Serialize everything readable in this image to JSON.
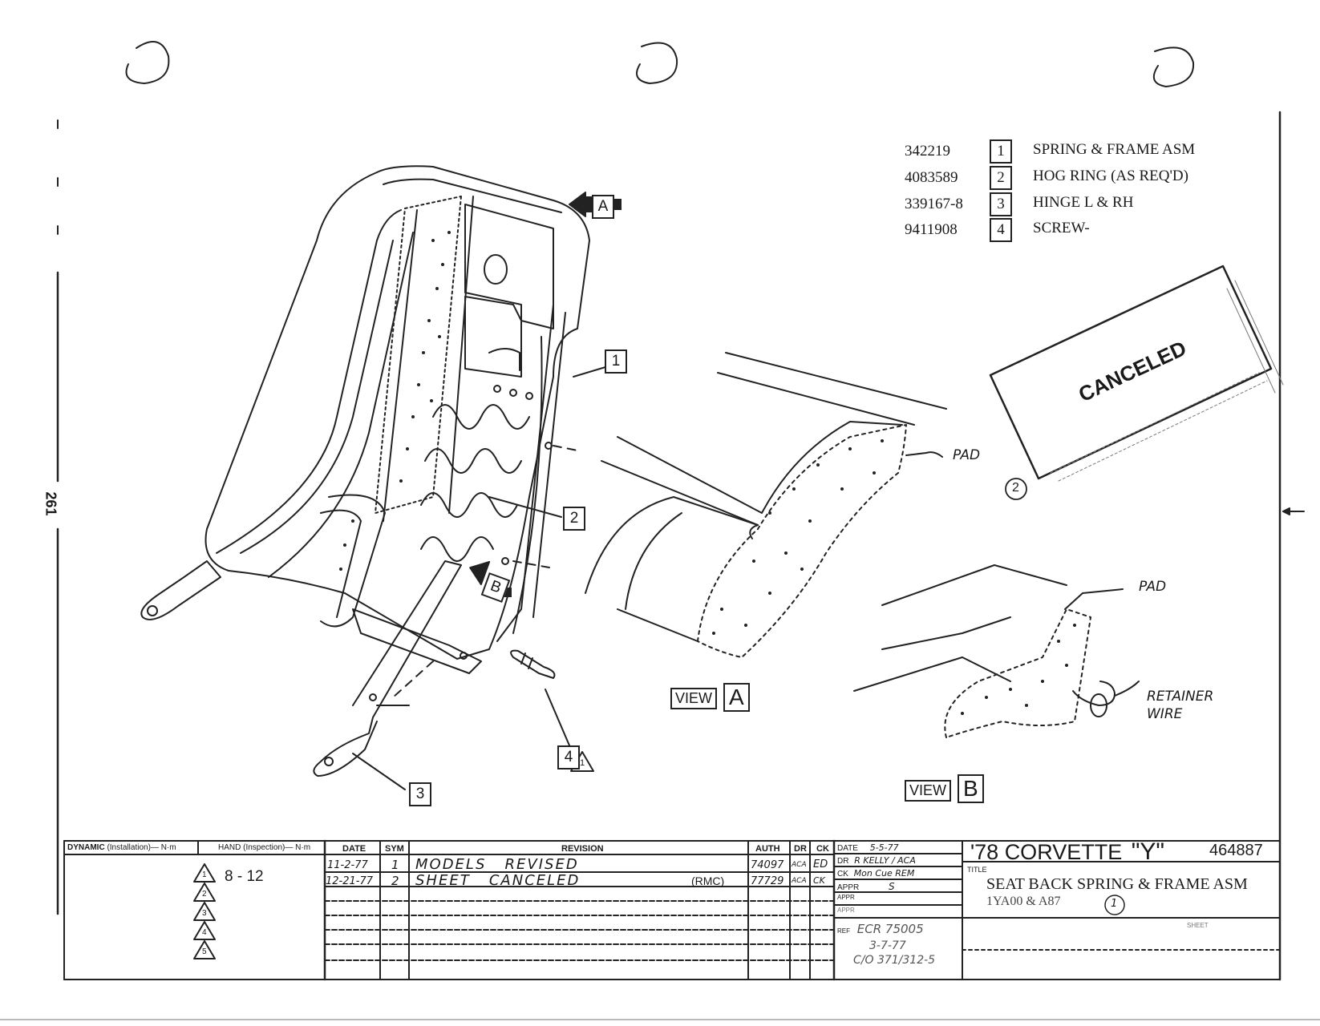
{
  "page_number": "261",
  "parts_list": [
    {
      "part_no": "342219",
      "sym": "1",
      "description": "SPRING & FRAME ASM"
    },
    {
      "part_no": "4083589",
      "sym": "2",
      "description": "HOG RING (AS REQ'D)"
    },
    {
      "part_no": "339167-8",
      "sym": "3",
      "description": "HINGE L & RH"
    },
    {
      "part_no": "9411908",
      "sym": "4",
      "description": "SCREW-"
    }
  ],
  "stamp": {
    "text": "CANCELED",
    "circle_ref": "2"
  },
  "callouts": {
    "arrow_a": "A",
    "arrow_b": "B",
    "c1": "1",
    "c2": "2",
    "c3": "3",
    "c4": "4",
    "c4_tri": "1"
  },
  "view_a": {
    "label": "VIEW",
    "letter": "A",
    "pad": "PAD"
  },
  "view_b": {
    "label": "VIEW",
    "letter": "B",
    "pad": "PAD",
    "retainer_1": "RETAINER",
    "retainer_2": "WIRE"
  },
  "torque": {
    "header_dynamic_bold": "DYNAMIC",
    "header_dynamic": "(Installation)— N·m",
    "header_hand": "HAND (Inspection)— N·m",
    "rows": [
      {
        "sym": "1",
        "value": "8 - 12"
      },
      {
        "sym": "2",
        "value": ""
      },
      {
        "sym": "3",
        "value": ""
      },
      {
        "sym": "4",
        "value": ""
      },
      {
        "sym": "5",
        "value": ""
      }
    ]
  },
  "revision_table": {
    "headers": {
      "date": "DATE",
      "sym": "SYM",
      "revision": "REVISION",
      "auth": "AUTH",
      "dr": "DR",
      "ck": "CK"
    },
    "rows": [
      {
        "date": "11-2-77",
        "sym": "1",
        "revision": "MODELS   REVISED",
        "note": "",
        "auth": "74097",
        "dr": "ACA",
        "ck": "ED"
      },
      {
        "date": "12-21-77",
        "sym": "2",
        "revision": "SHEET   CANCELED",
        "note": "(RMC)",
        "auth": "77729",
        "dr": "ACA",
        "ck": "CK"
      }
    ]
  },
  "signoff": {
    "date_label": "DATE",
    "date_value": "5-5-77",
    "dr_label": "DR",
    "dr_value": "R KELLY / ACA",
    "ck_label": "CK",
    "ck_value": "Mon Cue  REM",
    "appr_label": "APPR",
    "appr_value": "S",
    "appr2_label": "APPR",
    "appr3_label": "APPR",
    "ref_label": "REF",
    "ref_value_1": "ECR 75005",
    "ref_value_2": "3-7-77",
    "ref_value_3": "C/O 371/312-5"
  },
  "title_block": {
    "heading_1": "'78 CORVETTE",
    "heading_2": "\"Y\"",
    "drawing_no": "464887",
    "title_label": "TITLE",
    "title": "SEAT BACK SPRING & FRAME ASM",
    "subtitle": "1YA00 & A87",
    "subtitle_circle": "1",
    "sheet_label": "SHEET"
  }
}
